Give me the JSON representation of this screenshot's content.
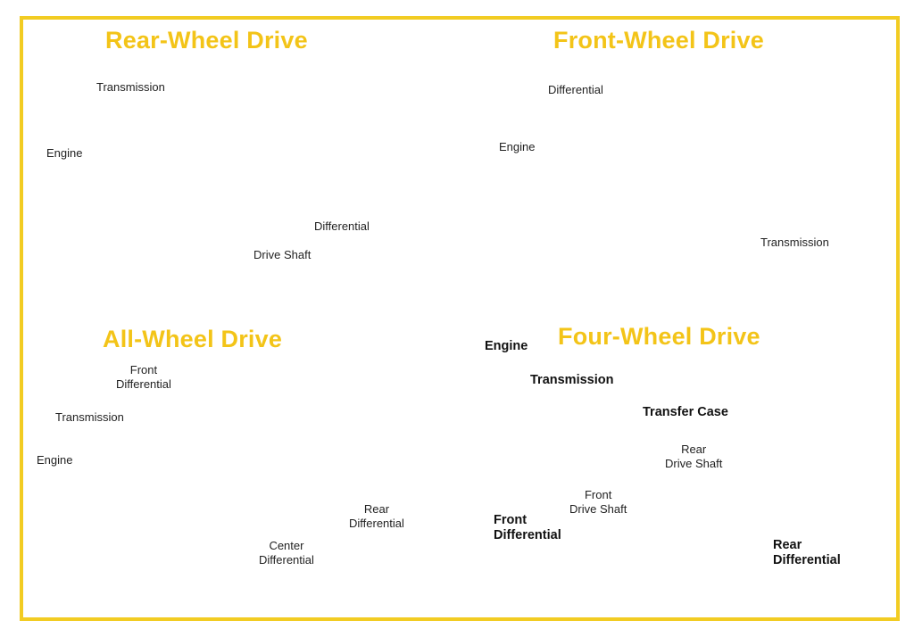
{
  "colors": {
    "frame": "#f2cc22",
    "title": "#f3c418",
    "engine": "#d6d63a",
    "differential": "#d83a2e",
    "drive_shaft": "#6fd3c3",
    "transmission": "#c9cfcf",
    "marker_green": "#2fbf2f",
    "marker_blue": "#2a2ad0",
    "car_mesh": "#b8bec2"
  },
  "panels": {
    "rwd": {
      "title": "Rear-Wheel Drive",
      "labels": {
        "transmission": "Transmission",
        "engine": "Engine",
        "differential": "Differential",
        "drive_shaft": "Drive Shaft"
      }
    },
    "fwd": {
      "title": "Front-Wheel Drive",
      "labels": {
        "differential": "Differential",
        "engine": "Engine",
        "transmission": "Transmission"
      }
    },
    "awd": {
      "title": "All-Wheel Drive",
      "labels": {
        "front_differential": "Front\nDifferential",
        "transmission": "Transmission",
        "engine": "Engine",
        "rear_differential": "Rear\nDifferential",
        "center_differential": "Center\nDifferential"
      }
    },
    "fourwd": {
      "title": "Four-Wheel Drive",
      "labels": {
        "engine": "Engine",
        "transmission": "Transmission",
        "transfer_case": "Transfer Case",
        "rear_drive_shaft": "Rear\nDrive Shaft",
        "front_drive_shaft": "Front\nDrive Shaft",
        "front_differential": "Front\nDifferential",
        "rear_differential": "Rear\nDifferential"
      }
    }
  }
}
